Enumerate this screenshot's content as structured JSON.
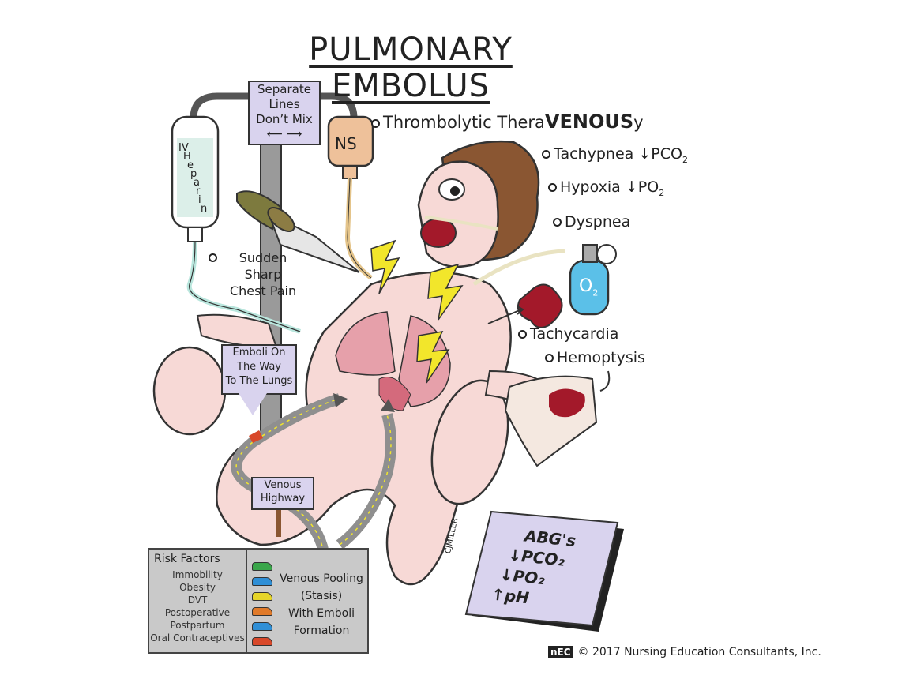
{
  "title": "PULMONARY EMBOLUS",
  "iv_signs": {
    "separate_lines": [
      "Separate",
      "Lines",
      "Don’t Mix"
    ],
    "ns_bag": "NS",
    "heparin_bag": [
      "IV",
      "H",
      "e",
      "p",
      "a",
      "r",
      "i",
      "n"
    ]
  },
  "therapy": {
    "prefix": "Thrombolytic Thera",
    "emphasis": "VENOUS",
    "suffix": "y"
  },
  "symptoms": {
    "tachypnea": "Tachypnea",
    "tachypnea_value": "↓PCO",
    "tachypnea_sub": "2",
    "hypoxia": "Hypoxia",
    "hypoxia_value": "↓PO",
    "hypoxia_sub": "2",
    "dyspnea": "Dyspnea",
    "tachycardia": "Tachycardia",
    "hemoptysis": "Hemoptysis",
    "chest_pain": [
      "Sudden",
      "Sharp",
      "Chest Pain"
    ]
  },
  "o2_tank": {
    "label": "O",
    "sub": "2"
  },
  "emboli_sign": [
    "Emboli On",
    "The Way",
    "To The Lungs"
  ],
  "highway_sign": [
    "Venous",
    "Highway"
  ],
  "risk_factors": {
    "heading": "Risk Factors",
    "items": [
      "Immobility",
      "Obesity",
      "DVT",
      "Postoperative",
      "Postpartum",
      "Oral Contraceptives"
    ],
    "legend": [
      "Venous Pooling",
      "(Stasis)",
      "With Emboli",
      "Formation"
    ],
    "car_colors": [
      "#3aa64a",
      "#2f8fd6",
      "#e6d52a",
      "#e07a2a",
      "#2f8fd6",
      "#d8482a"
    ]
  },
  "abgs": {
    "heading": "ABG's",
    "lines": [
      "↓PCO₂",
      "↓PO₂",
      "↑pH"
    ]
  },
  "signature": "CJMILLER",
  "copyright": {
    "logo": "nEC",
    "text": "© 2017 Nursing Education Consultants, Inc."
  },
  "colors": {
    "skin": "#f7d9d6",
    "hair": "#8a5632",
    "lightning": "#f2e62b",
    "clot": "#a3192a",
    "lung_red": "#c9354a",
    "sign_purple": "#d9d3ee",
    "ns_bag": "#eec19a",
    "o2_tank": "#5bc0e8",
    "road": "#8f8f8f"
  }
}
